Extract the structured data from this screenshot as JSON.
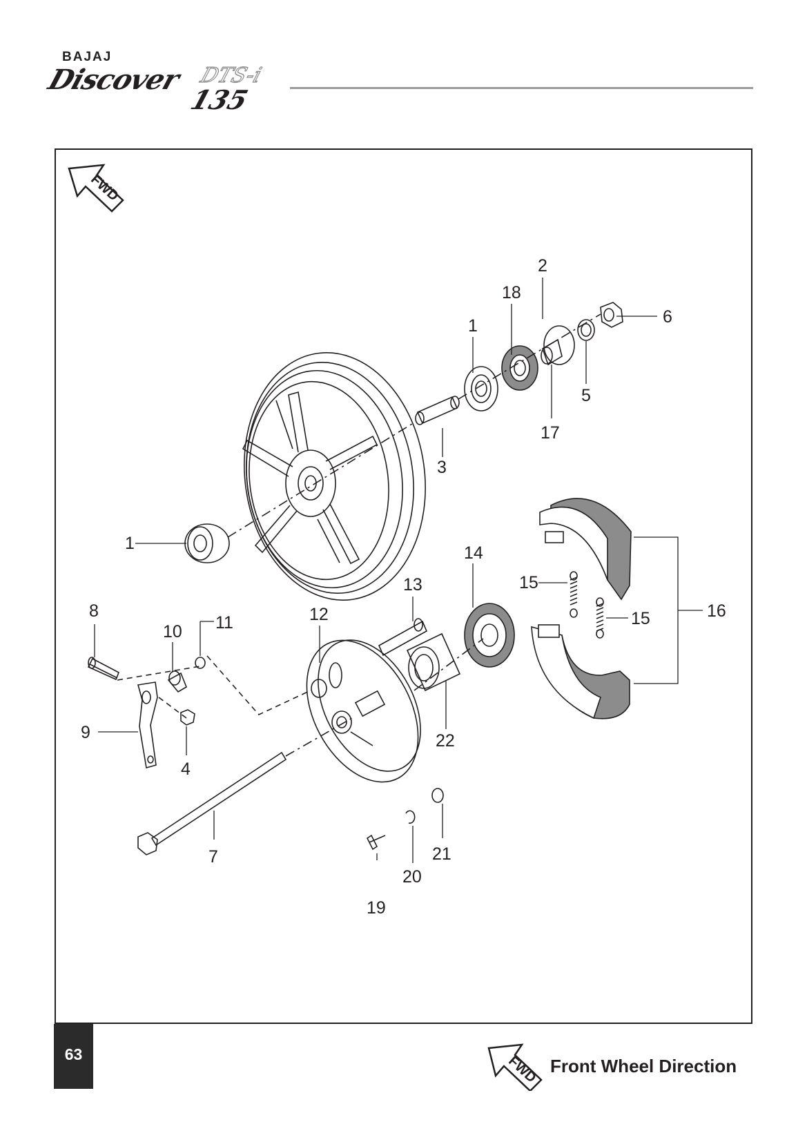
{
  "header": {
    "brand_maker": "BAJAJ",
    "brand_model": "Discover",
    "brand_variant": "DTS-i",
    "brand_number": "135"
  },
  "diagram": {
    "fwd_icon_text": "FWD",
    "callouts": {
      "c1_top": "1",
      "c1_left": "1",
      "c2": "2",
      "c3": "3",
      "c4": "4",
      "c5": "5",
      "c6": "6",
      "c7": "7",
      "c8": "8",
      "c9": "9",
      "c10": "10",
      "c11": "11",
      "c12": "12",
      "c13": "13",
      "c14": "14",
      "c15_a": "15",
      "c15_b": "15",
      "c16": "16",
      "c17": "17",
      "c18": "18",
      "c19": "19",
      "c20": "20",
      "c21": "21",
      "c22": "22"
    }
  },
  "footer": {
    "page_number": "63",
    "legend_icon_text": "FWD",
    "legend_text": "Front Wheel Direction"
  },
  "colors": {
    "ink": "#231f20",
    "rule": "#9b9b9b",
    "page_box": "#2b2b2b",
    "tire_gray": "#8c8c8c"
  }
}
